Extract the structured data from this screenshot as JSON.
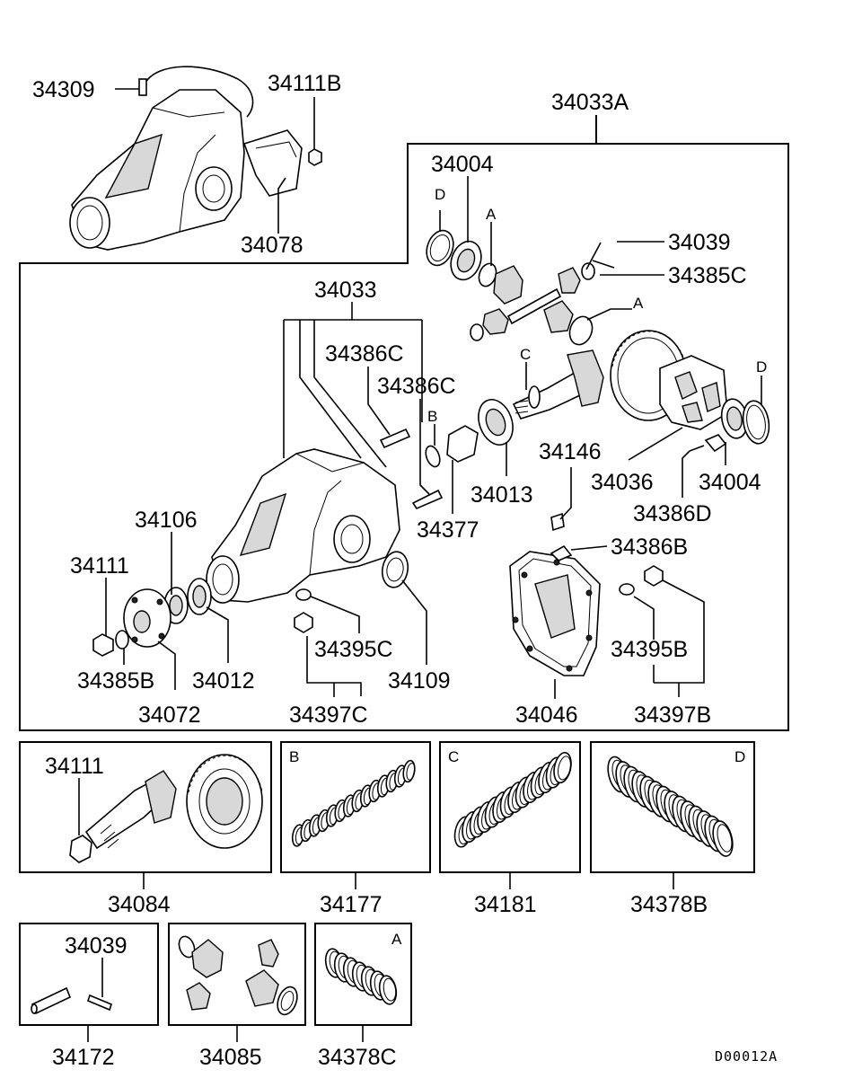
{
  "diagram": {
    "code": "D00012A",
    "labels": {
      "p34309": "34309",
      "p34111B": "34111B",
      "p34078": "34078",
      "p34033A": "34033A",
      "p34004_top": "34004",
      "p34039_top": "34039",
      "p34385C": "34385C",
      "p34033": "34033",
      "p34386C_a": "34386C",
      "p34386C_b": "34386C",
      "p34013": "34013",
      "p34377": "34377",
      "p34146": "34146",
      "p34036": "34036",
      "p34004_bot": "34004",
      "p34386D": "34386D",
      "p34386B": "34386B",
      "p34106": "34106",
      "p34111_left": "34111",
      "p34385B": "34385B",
      "p34012": "34012",
      "p34072": "34072",
      "p34395C": "34395C",
      "p34109": "34109",
      "p34397C": "34397C",
      "p34395B": "34395B",
      "p34046": "34046",
      "p34397B": "34397B",
      "p34111_box": "34111",
      "p34084": "34084",
      "p34177": "34177",
      "p34181": "34181",
      "p34378B": "34378B",
      "p34039_box": "34039",
      "p34172": "34172",
      "p34085": "34085",
      "p34378C": "34378C"
    },
    "refs": {
      "A1": "A",
      "A2": "A",
      "B1": "B",
      "C1": "C",
      "D1": "D",
      "D2": "D",
      "boxB": "B",
      "boxC": "C",
      "boxD": "D",
      "boxA": "A"
    }
  }
}
